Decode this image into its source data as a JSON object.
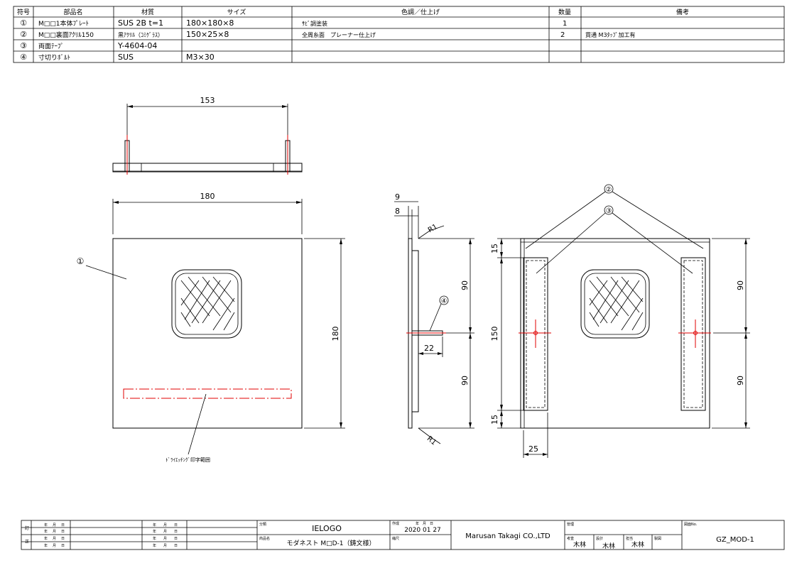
{
  "parts_table": {
    "headers": [
      "符号",
      "部品名",
      "材質",
      "サイズ",
      "色調／仕上げ",
      "数量",
      "備考"
    ],
    "rows": [
      [
        "①",
        "M□□1本体ﾌﾟﾚｰﾄ",
        "SUS 2B t=1",
        "180×180×8",
        "ｻﾋﾞ調塗装",
        "1",
        ""
      ],
      [
        "②",
        "M□□裏面ｱｸﾘﾙ150",
        "黒ｱｸﾘﾙ（ｺﾐｹﾞﾗｽ）",
        "150×25×8",
        "全周糸面　プレーナー仕上げ",
        "2",
        "貫通 M3ﾀｯﾌﾟ加工有"
      ],
      [
        "③",
        "両面ﾃｰﾌﾟ",
        "Y-4604-04",
        "",
        "",
        "",
        ""
      ],
      [
        "④",
        "寸切りﾎﾞﾙﾄ",
        "SUS",
        "M3×30",
        "",
        "",
        ""
      ]
    ]
  },
  "dimensions": {
    "top_width": "153",
    "front_width": "180",
    "front_height": "180",
    "side_9": "9",
    "side_8": "8",
    "side_r1_top": "R1",
    "side_r1_bottom": "R1",
    "side_90_upper": "90",
    "side_90_lower": "90",
    "side_22": "22",
    "back_15_top": "15",
    "back_150": "150",
    "back_15_bottom": "15",
    "back_25": "25",
    "back_90_upper": "90",
    "back_90_lower": "90"
  },
  "callouts": {
    "c1": "①",
    "c2": "②",
    "c3": "③",
    "c4": "④",
    "etching_note": "ﾄﾞﾗｲｴｯﾁﾝｸﾞ印字範囲"
  },
  "title_block": {
    "rev_mark_1": "訂",
    "rev_mark_2": "正",
    "ymd": [
      "年",
      "月",
      "日"
    ],
    "category_label": "分類",
    "category_value": "IELOGO",
    "product_label": "商品名",
    "product_value": "モダネスト M□D-1（鋳文様）",
    "created_label": "作成",
    "created_ymd": "年　月　日",
    "created_date": "2020 01 27",
    "scale_label": "縮尺",
    "company": "Marusan Takagi CO.,LTD",
    "manager_label": "管理",
    "checker_label": "考査",
    "checker_name": "木林",
    "designer_label": "設計",
    "designer_name": "木林",
    "drafter_label": "担当",
    "drafter_name": "木林",
    "approved_label": "製図",
    "drawing_no_label": "図面No.",
    "drawing_no": "GZ_MOD-1"
  }
}
